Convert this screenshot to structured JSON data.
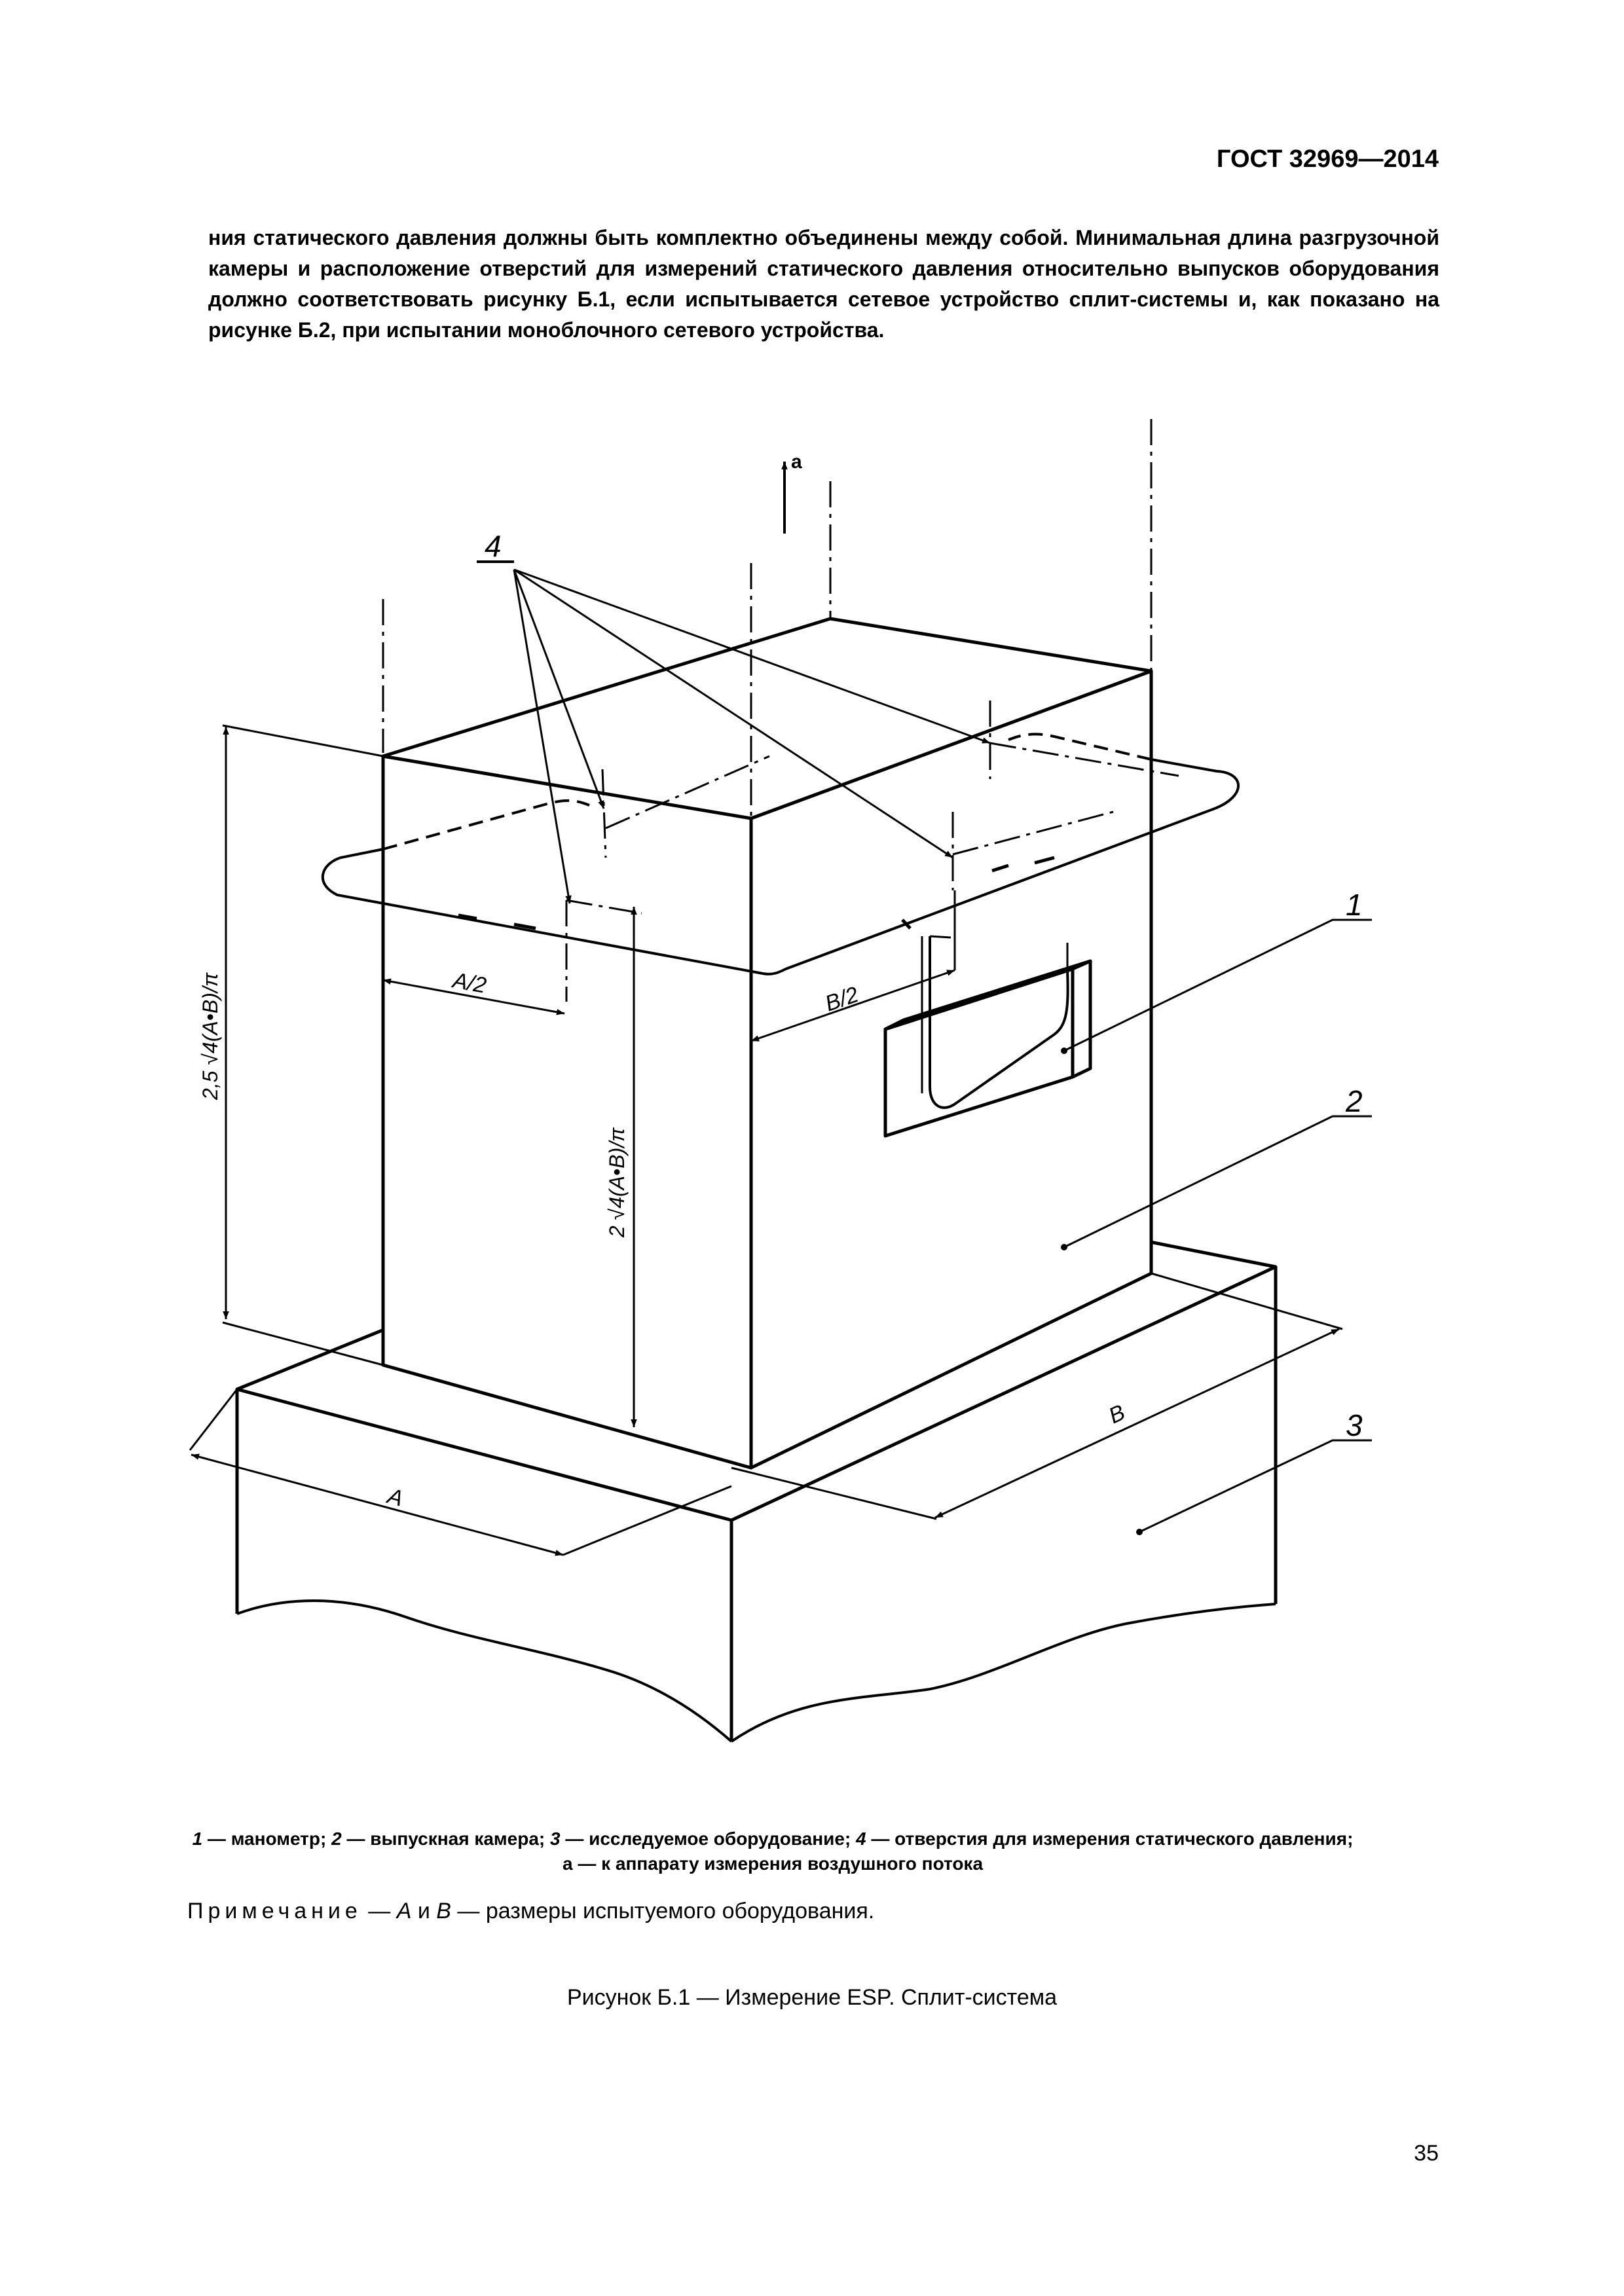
{
  "header": {
    "standard": "ГОСТ 32969—2014"
  },
  "intro": {
    "lines": [
      "ния статического давления должны быть комплектно объединены между собой. Минимальная длина разгрузочной",
      "камеры и расположение отверстий для измерений статического давления относительно выпусков оборудования",
      "должно соответствовать рисунку Б.1, если испытывается сетевое устройство сплит-системы и, как показано на",
      "рисунке Б.2, при испытании моноблочного сетевого устройства."
    ]
  },
  "figure": {
    "labels": {
      "arrow_a": "а",
      "callout_1": "1",
      "callout_2": "2",
      "callout_3": "3",
      "callout_4": "4",
      "dim_a_half": "A/2",
      "dim_b_half": "B/2",
      "dim_a": "A",
      "dim_b": "B",
      "dim_height_outer": "2,5 √4(A•B)/π",
      "dim_height_inner": "2 √4(A•B)/π"
    }
  },
  "legend": {
    "items": [
      {
        "num": "1",
        "text": "— манометр;"
      },
      {
        "num": "2",
        "text": "— выпускная камера;"
      },
      {
        "num": "3",
        "text": "— исследуемое оборудование;"
      },
      {
        "num": "4",
        "text": "— отверстия для измерения статического давления;"
      }
    ],
    "line2": "а — к аппарату измерения воздушного потока"
  },
  "note": {
    "label": "Примечание",
    "dash": " — ",
    "var_a": "A",
    "conj": " и ",
    "var_b": "B",
    "text": " — размеры испытуемого оборудования."
  },
  "caption": "Рисунок Б.1 — Измерение ESP. Сплит-система",
  "page_number": "35"
}
